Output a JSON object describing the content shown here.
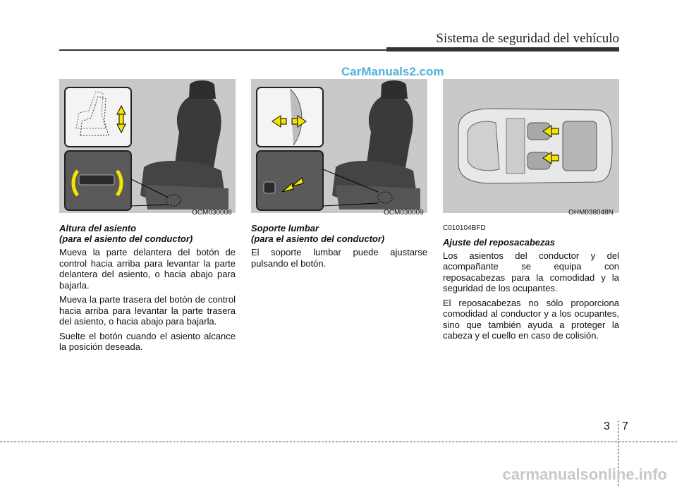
{
  "header": {
    "title": "Sistema de seguridad del vehículo"
  },
  "watermark_top": "CarManuals2.com",
  "figures": [
    {
      "code": "OCM030008"
    },
    {
      "code": "OCM030009"
    },
    {
      "code": "OHM038048N"
    }
  ],
  "col1": {
    "heading_line1": "Altura del asiento",
    "heading_line2": "(para el asiento del conductor)",
    "p1": "Mueva la parte delantera del botón de control hacia arriba para levantar la parte delantera del asiento, o hacia abajo para bajarla.",
    "p2": "Mueva la parte trasera del botón de control hacia arriba para levantar la parte trasera del asiento, o hacia abajo para bajarla.",
    "p3": "Suelte el botón cuando el asiento alcance la posición deseada."
  },
  "col2": {
    "heading_line1": "Soporte lumbar",
    "heading_line2": "(para el asiento del conductor)",
    "p1": "El soporte lumbar puede ajustarse pulsando el botón."
  },
  "col3": {
    "code": "C010104BFD",
    "heading": "Ajuste del reposacabezas",
    "p1": "Los asientos del conductor y del acompañante se equipa con reposacabezas para la comodidad y la seguridad de los ocupantes.",
    "p2": "El reposacabezas no sólo proporciona comodidad al conductor y a los ocupantes, sino que también ayuda a proteger la cabeza y el cuello en caso de colisión."
  },
  "page": {
    "section": "3",
    "number": "7"
  },
  "watermark_bottom": "carmanualsonline.info",
  "colors": {
    "arrow": "#f3e600",
    "figure_bg": "#c9c9c9",
    "watermark": "#4fb3d9"
  }
}
